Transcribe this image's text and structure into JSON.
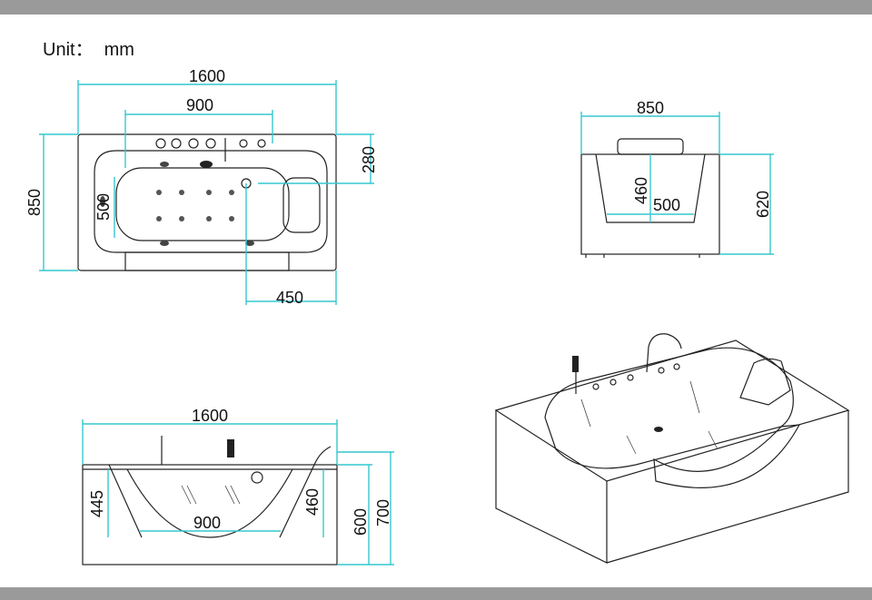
{
  "unit": {
    "label": "Unit：",
    "value": "mm"
  },
  "colors": {
    "dimension_line": "#35c7cf",
    "outline": "#222222",
    "frame_bar": "#9a9a9a"
  },
  "top_view": {
    "length": "1600",
    "jet_span": "900",
    "inner_width": "500",
    "width": "850",
    "deck_offset": "280",
    "drain_offset": "450"
  },
  "end_view": {
    "width": "850",
    "depth": "460",
    "bottom_width": "500",
    "height": "620"
  },
  "front_view": {
    "length": "1600",
    "window_width": "900",
    "left_depth": "445",
    "water_depth": "460",
    "rim_height": "600",
    "total_height": "700"
  }
}
